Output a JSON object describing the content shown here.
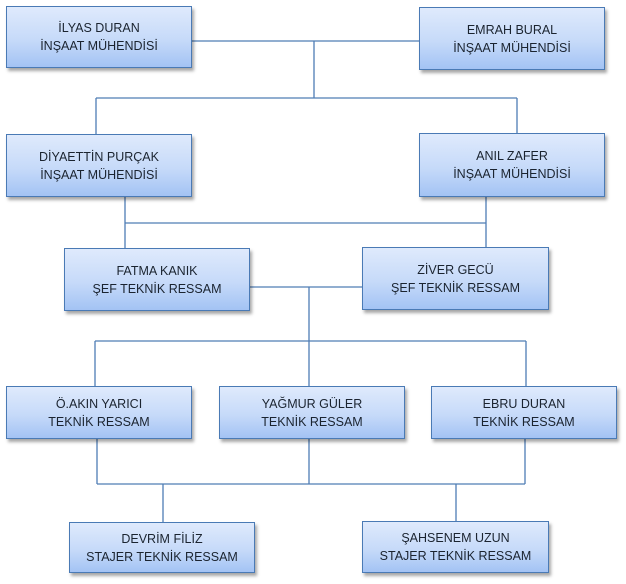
{
  "chart_data": {
    "type": "org-chart",
    "title": "",
    "nodes": [
      {
        "id": "ilyas",
        "name": "İLYAS DURAN",
        "role": "İNŞAAT MÜHENDİSİ",
        "level": 1
      },
      {
        "id": "emrah",
        "name": "EMRAH BURAL",
        "role": "İNŞAAT MÜHENDİSİ",
        "level": 1
      },
      {
        "id": "diyaettin",
        "name": "DİYAETTİN PURÇAK",
        "role": "İNŞAAT MÜHENDİSİ",
        "level": 2
      },
      {
        "id": "anil",
        "name": "ANIL ZAFER",
        "role": "İNŞAAT MÜHENDİSİ",
        "level": 2
      },
      {
        "id": "fatma",
        "name": "FATMA KANIK",
        "role": "ŞEF TEKNİK RESSAM",
        "level": 3
      },
      {
        "id": "ziver",
        "name": "ZİVER GECÜ",
        "role": "ŞEF TEKNİK RESSAM",
        "level": 3
      },
      {
        "id": "akin",
        "name": "Ö.AKIN YARICI",
        "role": "TEKNİK RESSAM",
        "level": 4
      },
      {
        "id": "yagmur",
        "name": "YAĞMUR GÜLER",
        "role": "TEKNİK RESSAM",
        "level": 4
      },
      {
        "id": "ebru",
        "name": "EBRU DURAN",
        "role": "TEKNİK RESSAM",
        "level": 4
      },
      {
        "id": "devrim",
        "name": "DEVRİM FİLİZ",
        "role": "STAJER TEKNİK RESSAM",
        "level": 5
      },
      {
        "id": "sahsenem",
        "name": "ŞAHSENEM UZUN",
        "role": "STAJER TEKNİK RESSAM",
        "level": 5
      }
    ],
    "relations": [
      {
        "from": [
          "ilyas",
          "emrah"
        ],
        "to": [
          "diyaettin",
          "anil"
        ]
      },
      {
        "from": [
          "diyaettin",
          "anil"
        ],
        "to": [
          "fatma",
          "ziver"
        ]
      },
      {
        "from": [
          "fatma",
          "ziver"
        ],
        "to": [
          "akin",
          "yagmur",
          "ebru"
        ]
      },
      {
        "from": [
          "akin",
          "yagmur",
          "ebru"
        ],
        "to": [
          "devrim",
          "sahsenem"
        ]
      }
    ]
  },
  "colors": {
    "box_border": "#4a7ab5",
    "box_fill_top": "#dfeafc",
    "box_fill_bottom": "#a3c3f4",
    "connector": "#4f7db5",
    "text": "#1b2430"
  }
}
